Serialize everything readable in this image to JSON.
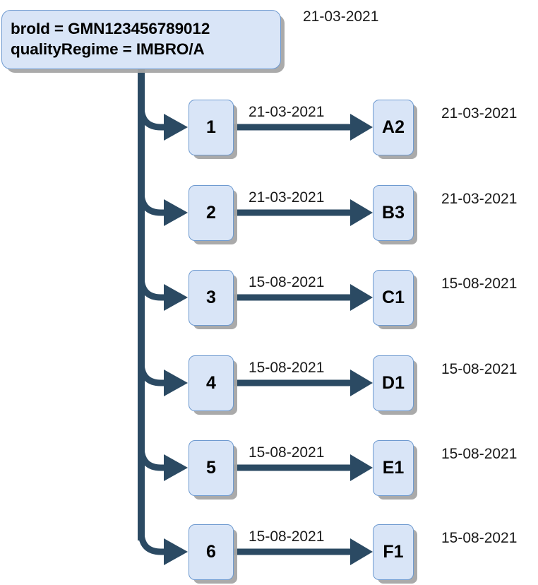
{
  "diagram": {
    "title_box": {
      "line1": "broId = GMN123456789012",
      "line2": "qualityRegime = IMBRO/A"
    },
    "top_date": "21-03-2021",
    "colors": {
      "node_fill": "#d9e5f7",
      "node_border": "#6e9ad0",
      "connector": "#2b4a63",
      "shadow": "#a5a5a5",
      "text": "#000000",
      "background": "#ffffff"
    },
    "rows": [
      {
        "index_label": "1",
        "edge_date": "21-03-2021",
        "target_label": "A2",
        "target_date": "21-03-2021"
      },
      {
        "index_label": "2",
        "edge_date": "21-03-2021",
        "target_label": "B3",
        "target_date": "21-03-2021"
      },
      {
        "index_label": "3",
        "edge_date": "15-08-2021",
        "target_label": "C1",
        "target_date": "15-08-2021"
      },
      {
        "index_label": "4",
        "edge_date": "15-08-2021",
        "target_label": "D1",
        "target_date": "15-08-2021"
      },
      {
        "index_label": "5",
        "edge_date": "15-08-2021",
        "target_label": "E1",
        "target_date": "15-08-2021"
      },
      {
        "index_label": "6",
        "edge_date": "15-08-2021",
        "target_label": "F1",
        "target_date": "15-08-2021"
      }
    ]
  }
}
